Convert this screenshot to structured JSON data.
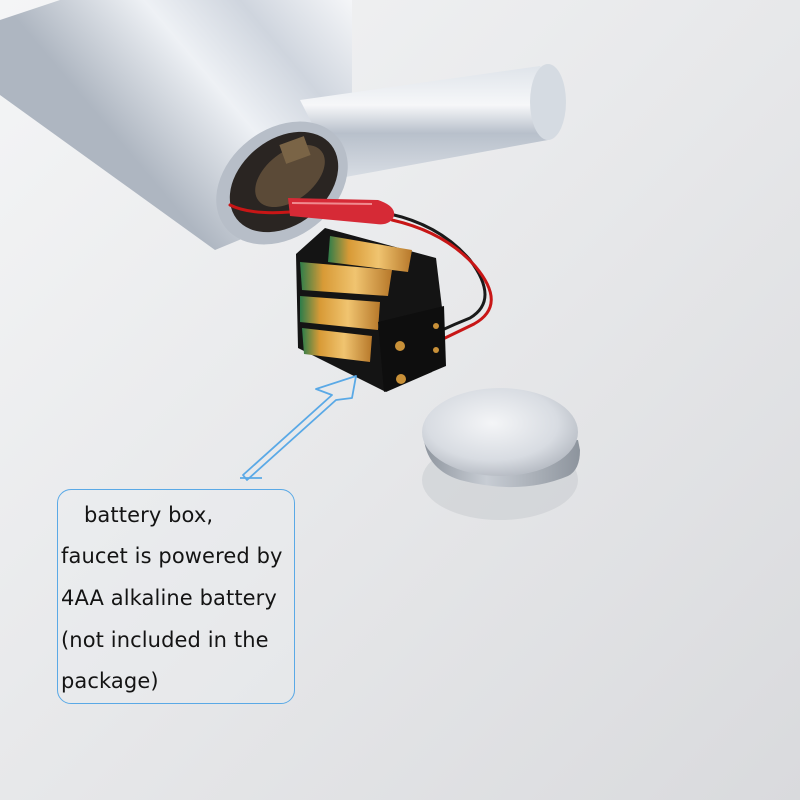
{
  "callout": {
    "lines": [
      "battery box,",
      "faucet is powered by",
      "4AA alkaline battery",
      "(not included in the",
      "package)"
    ]
  },
  "colors": {
    "background": "#e9eaec",
    "callout_border": "#5aa9e6",
    "battery_case": "#121212",
    "wire_red": "#c81616",
    "connector_red": "#d62a36",
    "chrome": "#c9cfd8"
  },
  "icons": {
    "pointer": "arrow-icon"
  }
}
